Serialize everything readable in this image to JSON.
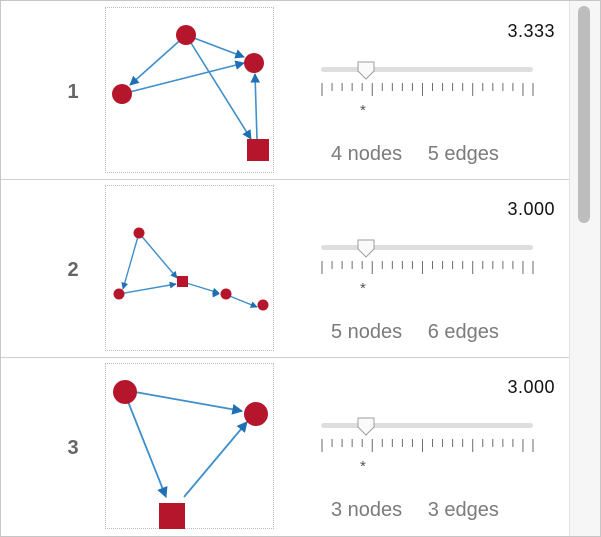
{
  "rows": [
    {
      "index": "1",
      "score": "3.333",
      "nodes_label": "4 nodes",
      "edges_label": "5 edges",
      "slider_mark": "*"
    },
    {
      "index": "2",
      "score": "3.000",
      "nodes_label": "5 nodes",
      "edges_label": "6 edges",
      "slider_mark": "*"
    },
    {
      "index": "3",
      "score": "3.000",
      "nodes_label": "3 nodes",
      "edges_label": "3 edges",
      "slider_mark": "*"
    }
  ],
  "colors": {
    "node": "#b5162b",
    "edge": "#3f8fcb",
    "arrow": "#1f6fb5"
  }
}
